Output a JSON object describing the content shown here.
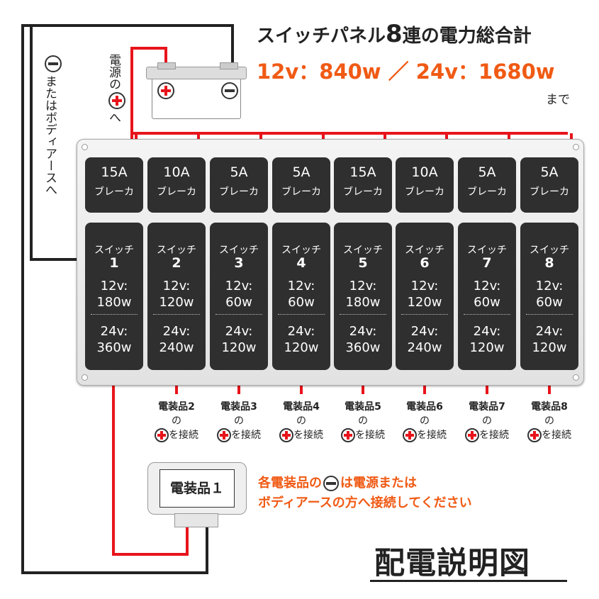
{
  "title": {
    "line1_a": "スイッチパネル",
    "line1_num": "8",
    "line1_b": "連の電力総合計",
    "line2": "12v：840w ／ 24v：1680w",
    "line3": "まで"
  },
  "battery": {
    "plus": "+",
    "minus": "−"
  },
  "labels": {
    "power_plus_a": "電源の",
    "power_plus_b": "へ",
    "ground_a": "またはボディアースへ"
  },
  "breaker_label": "ブレーカ",
  "switch_label": "スイッチ",
  "switches": [
    {
      "amp": "15A",
      "num": "1",
      "v12": "12v:",
      "w12": "180w",
      "v24": "24v:",
      "w24": "360w"
    },
    {
      "amp": "10A",
      "num": "2",
      "v12": "12v:",
      "w12": "120w",
      "v24": "24v:",
      "w24": "240w"
    },
    {
      "amp": "5A",
      "num": "3",
      "v12": "12v:",
      "w12": "60w",
      "v24": "24v:",
      "w24": "120w"
    },
    {
      "amp": "5A",
      "num": "4",
      "v12": "12v:",
      "w12": "60w",
      "v24": "24v:",
      "w24": "120w"
    },
    {
      "amp": "15A",
      "num": "5",
      "v12": "12v:",
      "w12": "180w",
      "v24": "24v:",
      "w24": "360w"
    },
    {
      "amp": "10A",
      "num": "6",
      "v12": "12v:",
      "w12": "120w",
      "v24": "24v:",
      "w24": "240w"
    },
    {
      "amp": "5A",
      "num": "7",
      "v12": "12v:",
      "w12": "60w",
      "v24": "24v:",
      "w24": "120w"
    },
    {
      "amp": "5A",
      "num": "8",
      "v12": "12v:",
      "w12": "60w",
      "v24": "24v:",
      "w24": "120w"
    }
  ],
  "connections": [
    {
      "name": "電装品2",
      "no": "の",
      "conn": "を接続"
    },
    {
      "name": "電装品3",
      "no": "の",
      "conn": "を接続"
    },
    {
      "name": "電装品4",
      "no": "の",
      "conn": "を接続"
    },
    {
      "name": "電装品5",
      "no": "の",
      "conn": "を接続"
    },
    {
      "name": "電装品6",
      "no": "の",
      "conn": "を接続"
    },
    {
      "name": "電装品7",
      "no": "の",
      "conn": "を接続"
    },
    {
      "name": "電装品8",
      "no": "の",
      "conn": "を接続"
    }
  ],
  "device1": "電装品１",
  "note": {
    "line1_a": "各電装品の",
    "line1_b": "は電源または",
    "line2": "ボディアースの方へ接続してください"
  },
  "big_title": "配電説明図",
  "colors": {
    "wire_red": "#e8141b",
    "accent_orange": "#f05a14",
    "wire_black": "#222222",
    "module_dark": "#2f2f2f"
  }
}
